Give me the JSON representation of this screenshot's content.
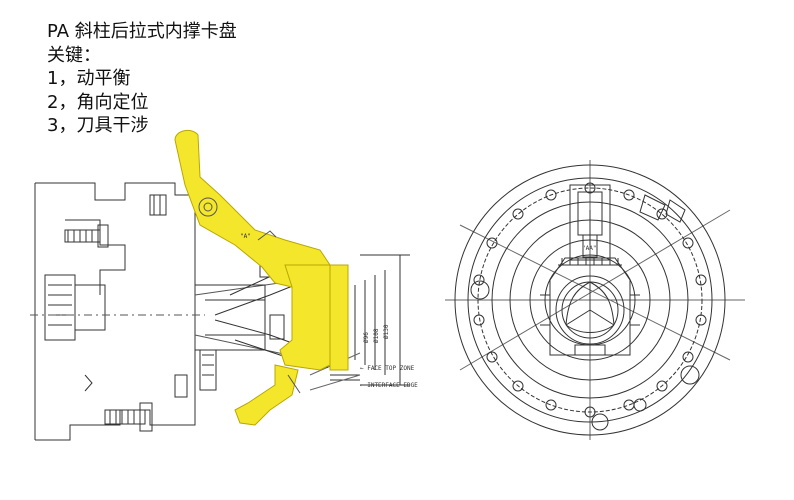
{
  "title": "PA 斜柱后拉式内撑卡盘",
  "key_heading": "关键：",
  "key_items": [
    "1，动平衡",
    "2，角向定位",
    "3，刀具干涉"
  ],
  "colors": {
    "highlight": "#f4e62a",
    "highlight_stroke": "#b8a800",
    "line": "#333333",
    "background": "#ffffff"
  },
  "drawing_labels": {
    "side_a": "\"A\"",
    "front_a": "\"AA\"",
    "note_1": "← FACE TOP ZONE",
    "note_2": "← INTERFACE EDGE"
  }
}
